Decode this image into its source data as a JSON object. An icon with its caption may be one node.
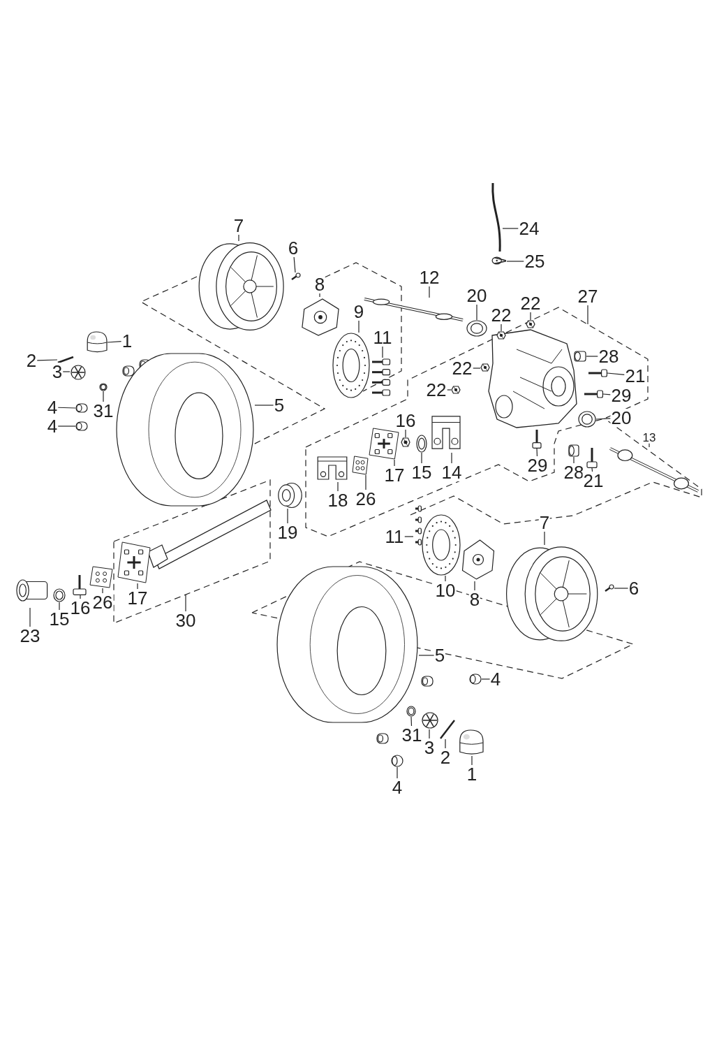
{
  "diagram": {
    "nodes": [
      {
        "text": [
          "7"
        ]
      },
      {
        "text": [],
        "shape": "picture"
      },
      {
        "text": [
          "6"
        ]
      },
      {
        "text": [],
        "shape": "picture"
      },
      {
        "text": [
          "1"
        ]
      },
      {
        "text": [],
        "shape": "picture"
      },
      {
        "text": [
          "2"
        ]
      },
      {
        "text": [],
        "shape": "picture"
      },
      {
        "text": [
          "3"
        ]
      },
      {
        "text": [],
        "shape": "picture"
      },
      {
        "text": [
          "31"
        ]
      },
      {
        "text": [],
        "shape": "picture"
      },
      {
        "text": [
          "4"
        ]
      },
      {
        "text": [],
        "shape": "picture"
      },
      {
        "text": [
          "4"
        ]
      },
      {
        "text": [],
        "shape": "picture"
      },
      {
        "text": [
          "5"
        ]
      },
      {
        "text": [],
        "shape": "picture"
      },
      {
        "text": [
          "8"
        ]
      },
      {
        "text": [],
        "shape": "picture"
      },
      {
        "text": [
          "9"
        ]
      },
      {
        "text": [],
        "shape": "picture"
      },
      {
        "text": [
          "11"
        ]
      },
      {
        "text": [],
        "shape": "picture"
      },
      {
        "text": [
          "12"
        ]
      },
      {
        "text": [],
        "shape": "picture"
      },
      {
        "text": [
          "20"
        ]
      },
      {
        "text": [],
        "shape": "picture"
      },
      {
        "text": [
          "24"
        ]
      },
      {
        "text": [],
        "shape": "picture"
      },
      {
        "text": [
          "25"
        ]
      },
      {
        "text": [],
        "shape": "picture"
      },
      {
        "text": [
          "22"
        ]
      },
      {
        "text": [],
        "shape": "picture"
      },
      {
        "text": [
          "22"
        ]
      },
      {
        "text": [],
        "shape": "picture"
      },
      {
        "text": [
          "27"
        ]
      },
      {
        "text": [
          "28"
        ]
      },
      {
        "text": [],
        "shape": "picture"
      },
      {
        "text": [
          "21"
        ]
      },
      {
        "text": [],
        "shape": "picture"
      },
      {
        "text": [
          "22"
        ]
      },
      {
        "text": [],
        "shape": "picture"
      },
      {
        "text": [
          "29"
        ]
      },
      {
        "text": [],
        "shape": "picture"
      },
      {
        "text": [
          "22"
        ]
      },
      {
        "text": [],
        "shape": "picture"
      },
      {
        "text": [
          "20"
        ]
      },
      {
        "text": [],
        "shape": "picture"
      },
      {
        "text": [
          "13"
        ]
      },
      {
        "text": [],
        "shape": "picture"
      },
      {
        "text": [
          "16"
        ]
      },
      {
        "text": [],
        "shape": "picture"
      },
      {
        "text": [
          "15"
        ]
      },
      {
        "text": [],
        "shape": "picture"
      },
      {
        "text": [
          "14"
        ]
      },
      {
        "text": [],
        "shape": "picture"
      },
      {
        "text": [
          "29"
        ]
      },
      {
        "text": [],
        "shape": "picture"
      },
      {
        "text": [
          "28"
        ]
      },
      {
        "text": [],
        "shape": "picture"
      },
      {
        "text": [
          "21"
        ]
      },
      {
        "text": [],
        "shape": "picture"
      },
      {
        "text": [
          "17"
        ]
      },
      {
        "text": [],
        "shape": "picture"
      },
      {
        "text": [
          "26"
        ]
      },
      {
        "text": [],
        "shape": "picture"
      },
      {
        "text": [
          "18"
        ]
      },
      {
        "text": [],
        "shape": "picture"
      },
      {
        "text": [
          "19"
        ]
      },
      {
        "text": [],
        "shape": "picture"
      },
      {
        "text": [
          "11"
        ]
      },
      {
        "text": [],
        "shape": "picture"
      },
      {
        "text": [
          "10"
        ]
      },
      {
        "text": [],
        "shape": "picture"
      },
      {
        "text": [
          "8"
        ]
      },
      {
        "text": [],
        "shape": "picture"
      },
      {
        "text": [
          "7"
        ]
      },
      {
        "text": [],
        "shape": "picture"
      },
      {
        "text": [
          "6"
        ]
      },
      {
        "text": [],
        "shape": "picture"
      },
      {
        "text": [
          "23"
        ]
      },
      {
        "text": [],
        "shape": "picture"
      },
      {
        "text": [
          "15"
        ]
      },
      {
        "text": [],
        "shape": "picture"
      },
      {
        "text": [
          "16"
        ]
      },
      {
        "text": [],
        "shape": "picture"
      },
      {
        "text": [
          "26"
        ]
      },
      {
        "text": [],
        "shape": "picture"
      },
      {
        "text": [
          "17"
        ]
      },
      {
        "text": [],
        "shape": "picture"
      },
      {
        "text": [
          "30"
        ]
      },
      {
        "text": [
          "5"
        ]
      },
      {
        "text": [],
        "shape": "picture"
      },
      {
        "text": [
          "4"
        ]
      },
      {
        "text": [],
        "shape": "picture"
      },
      {
        "text": [
          "31"
        ]
      },
      {
        "text": [],
        "shape": "picture"
      },
      {
        "text": [
          "3"
        ]
      },
      {
        "text": [],
        "shape": "picture"
      },
      {
        "text": [
          "2"
        ]
      },
      {
        "text": [],
        "shape": "picture"
      },
      {
        "text": [
          "1"
        ]
      },
      {
        "text": [],
        "shape": "picture"
      },
      {
        "text": [
          "4"
        ]
      },
      {
        "text": [],
        "shape": "picture"
      }
    ],
    "edges": [
      {
        "from": 0,
        "to": 1,
        "arrow": "none"
      },
      {
        "from": 2,
        "to": 3,
        "arrow": "none"
      },
      {
        "from": 4,
        "to": 5,
        "arrow": "none"
      },
      {
        "from": 6,
        "to": 7,
        "arrow": "none"
      },
      {
        "from": 8,
        "to": 9,
        "arrow": "none"
      },
      {
        "from": 10,
        "to": 11,
        "arrow": "none"
      },
      {
        "from": 12,
        "to": 13,
        "arrow": "none"
      },
      {
        "from": 14,
        "to": 15,
        "arrow": "none"
      },
      {
        "from": 16,
        "to": 17,
        "arrow": "none"
      },
      {
        "from": 18,
        "to": 19,
        "arrow": "none"
      },
      {
        "from": 20,
        "to": 21,
        "arrow": "none"
      },
      {
        "from": 22,
        "to": 23,
        "arrow": "none"
      },
      {
        "from": 24,
        "to": 25,
        "arrow": "none"
      },
      {
        "from": 26,
        "to": 27,
        "arrow": "none"
      },
      {
        "from": 28,
        "to": 29,
        "arrow": "none"
      },
      {
        "from": 30,
        "to": 31,
        "arrow": "none"
      },
      {
        "from": 32,
        "to": 33,
        "arrow": "none"
      },
      {
        "from": 34,
        "to": 35,
        "arrow": "none"
      },
      {
        "from": 36,
        "to": null,
        "arrow": "none"
      },
      {
        "from": 37,
        "to": 38,
        "arrow": "none"
      },
      {
        "from": 39,
        "to": 40,
        "arrow": "none"
      },
      {
        "from": 41,
        "to": 42,
        "arrow": "none"
      },
      {
        "from": 43,
        "to": 44,
        "arrow": "none"
      },
      {
        "from": 45,
        "to": 46,
        "arrow": "none"
      },
      {
        "from": 47,
        "to": 48,
        "arrow": "none"
      },
      {
        "from": 49,
        "to": 50,
        "arrow": "none"
      },
      {
        "from": 51,
        "to": 52,
        "arrow": "none"
      },
      {
        "from": 53,
        "to": 54,
        "arrow": "none"
      },
      {
        "from": 55,
        "to": 56,
        "arrow": "none"
      },
      {
        "from": 57,
        "to": 58,
        "arrow": "none"
      },
      {
        "from": 59,
        "to": 60,
        "arrow": "none"
      },
      {
        "from": 61,
        "to": 62,
        "arrow": "none"
      },
      {
        "from": 63,
        "to": 64,
        "arrow": "none"
      },
      {
        "from": 65,
        "to": 66,
        "arrow": "none"
      },
      {
        "from": 67,
        "to": 68,
        "arrow": "none"
      },
      {
        "from": 69,
        "to": 70,
        "arrow": "none"
      },
      {
        "from": 71,
        "to": 72,
        "arrow": "none"
      },
      {
        "from": 73,
        "to": 74,
        "arrow": "none"
      },
      {
        "from": 75,
        "to": 76,
        "arrow": "none"
      },
      {
        "from": 77,
        "to": 78,
        "arrow": "none"
      },
      {
        "from": 79,
        "to": 80,
        "arrow": "none"
      },
      {
        "from": 81,
        "to": 82,
        "arrow": "none"
      },
      {
        "from": 83,
        "to": 84,
        "arrow": "none"
      },
      {
        "from": 85,
        "to": 86,
        "arrow": "none"
      },
      {
        "from": 87,
        "to": 88,
        "arrow": "none"
      },
      {
        "from": 89,
        "to": 90,
        "arrow": "none"
      },
      {
        "from": 91,
        "to": null,
        "arrow": "none"
      },
      {
        "from": 92,
        "to": 93,
        "arrow": "none"
      },
      {
        "from": 94,
        "to": 95,
        "arrow": "none"
      },
      {
        "from": 96,
        "to": 97,
        "arrow": "none"
      },
      {
        "from": 98,
        "to": 99,
        "arrow": "none"
      },
      {
        "from": 100,
        "to": 101,
        "arrow": "none"
      },
      {
        "from": 102,
        "to": 103,
        "arrow": "none"
      },
      {
        "from": 104,
        "to": 105,
        "arrow": "none"
      }
    ]
  }
}
